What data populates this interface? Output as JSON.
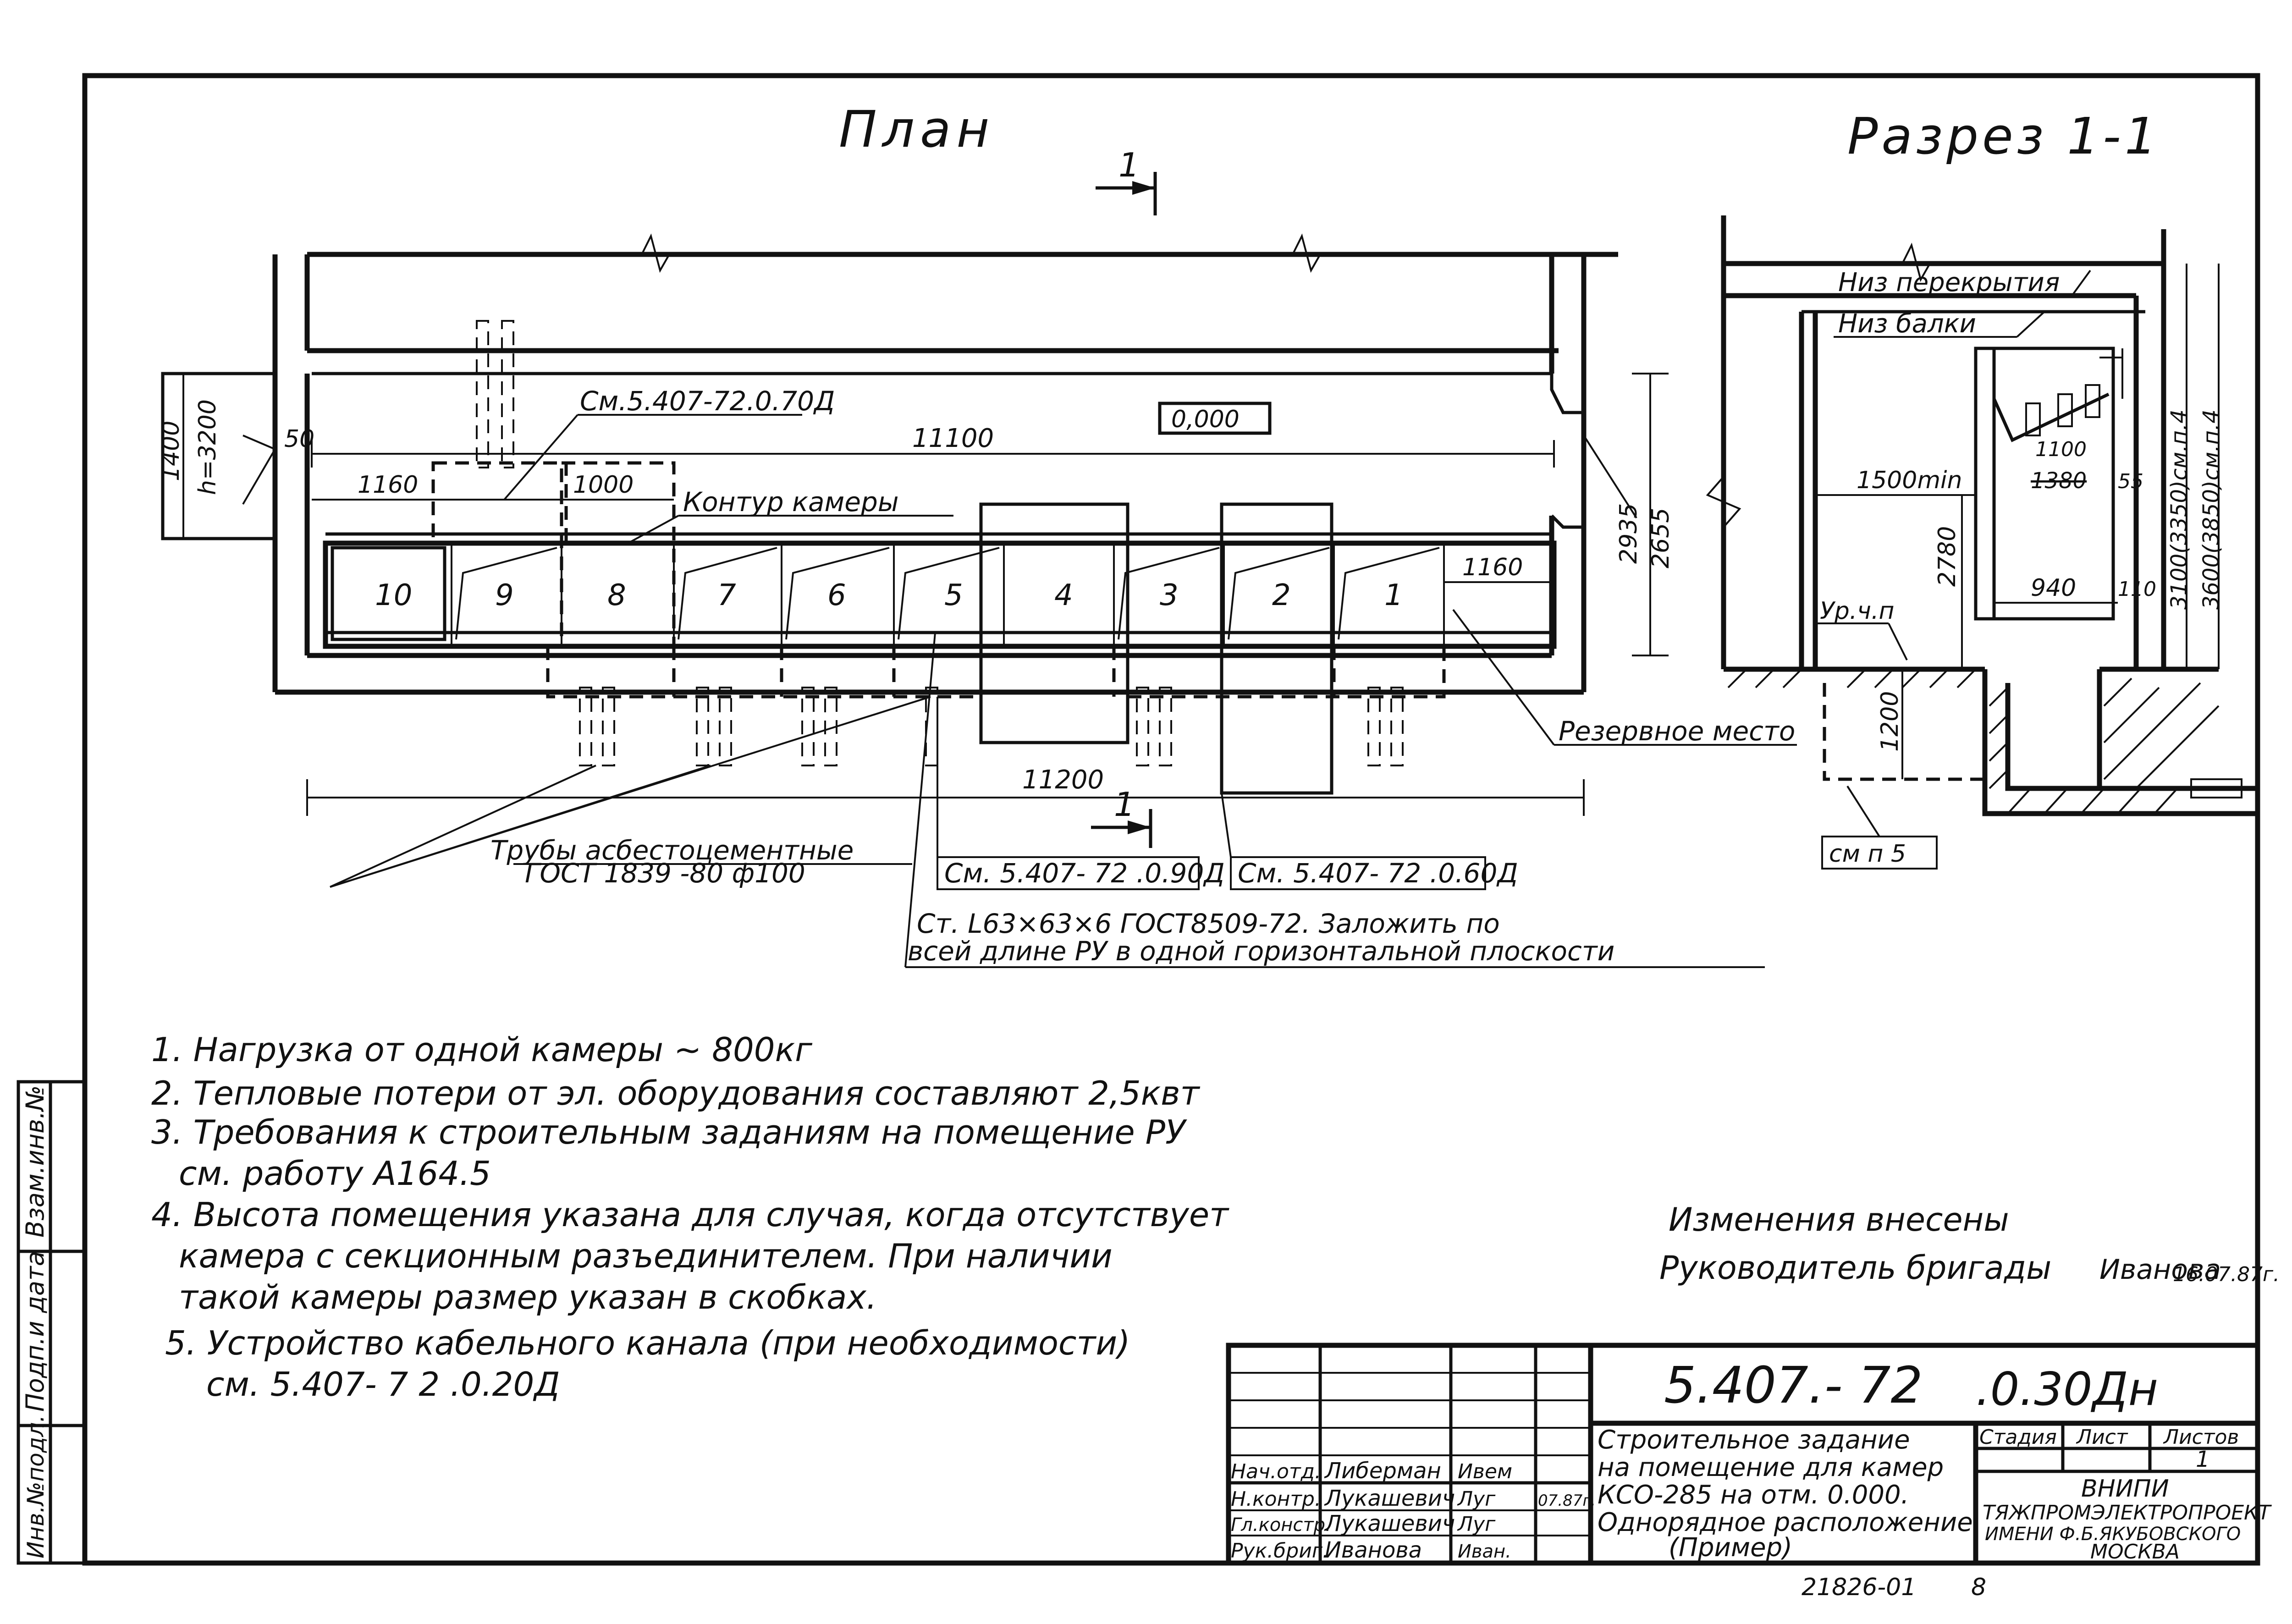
{
  "titles": {
    "plan": "План",
    "section": "Разрез 1-1",
    "cut_mark": "1"
  },
  "plan": {
    "level_mark": "0,000",
    "refs": {
      "ref_070": "См.5.407-72.0.70Д",
      "ref_090": "См. 5.407- 72 .0.90Д",
      "ref_060": "См. 5.407- 72 .0.60Д"
    },
    "labels": {
      "chamber_contour": "Контур камеры",
      "reserve_place": "Резервное место",
      "pipes_line1": "Трубы асбестоцементные",
      "pipes_line2": "ГОСТ 1839 -80 ф100",
      "angle_line1": "Ст. L63×63×6 ГОСТ8509-72. Заложить по",
      "angle_line2": "всей длине РУ в одной горизонтальной плоскости"
    },
    "dims": {
      "d1400": "1400",
      "h3200": "h=3200",
      "d50": "50",
      "d11100": "11100",
      "d1160_left": "1160",
      "d1000": "1000",
      "d1160_right": "1160",
      "d11200": "11200",
      "d2935": "2935",
      "d2655": "2655"
    },
    "chambers": [
      "10",
      "9",
      "8",
      "7",
      "6",
      "5",
      "4",
      "3",
      "2",
      "1"
    ]
  },
  "section": {
    "labels": {
      "ceiling_bottom": "Низ перекрытия",
      "beam_bottom": "Низ балки",
      "floor_level": "Ур.ч.п",
      "see_p5": "см п 5"
    },
    "dims": {
      "d1500": "1500min",
      "d1100": "1100",
      "d1380": "1380",
      "d55": "55",
      "d2780": "2780",
      "d940": "940",
      "d110": "110",
      "d1200": "1200",
      "d3100": "3100(3350)см.п.4",
      "d3600": "3600(3850)см.п.4"
    }
  },
  "notes": [
    "1. Нагрузка от одной камеры ~ 800кг",
    "2. Тепловые потери от эл. оборудования составляют 2,5квт",
    "3. Требования к строительным заданиям на помещение РУ",
    "см. работу А164.5",
    "4. Высота помещения указана для случая, когда отсутствует",
    "камера с секционным разъединителем. При наличии",
    "такой камеры размер указан в скобках.",
    "5. Устройство кабельного канала (при необходимости)",
    "см. 5.407- 7 2 .0.20Д"
  ],
  "changes": {
    "line1": "Изменения внесены",
    "line2": "Руководитель бригады",
    "signature": "Иванова",
    "date": "16.07.87г."
  },
  "side_stamp": {
    "col1": "Взам.инв.№",
    "col2": "Подп.и дата",
    "col3": "Инв.№подл."
  },
  "title_block": {
    "code": "5.407.- 72",
    "sheet_code": ".0.30Дн",
    "title_lines": [
      "Строительное задание",
      "на помещение для камер",
      "КСО-285 на отм. 0.000.",
      "Однорядное расположение",
      "(Пример)"
    ],
    "col_headers": {
      "stage": "Стадия",
      "sheet": "Лист",
      "sheets": "Листов"
    },
    "sheets_value": "1",
    "org_lines": [
      "ВНИПИ",
      "ТЯЖПРОМЭЛЕКТРОПРОЕКТ",
      "ИМЕНИ Ф.Б.ЯКУБОВСКОГО",
      "МОСКВА"
    ],
    "roles": [
      {
        "role": "Нач.отд.",
        "name": "Либерман",
        "sign": "Ивем",
        "date": ""
      },
      {
        "role": "Н.контр.",
        "name": "Лукашевич",
        "sign": "Луг",
        "date": "07.87г."
      },
      {
        "role": "Гл.констр.",
        "name": "Лукашевич",
        "sign": "Луг",
        "date": ""
      },
      {
        "role": "Рук.бриг.",
        "name": "Иванова",
        "sign": "Иван.",
        "date": ""
      }
    ],
    "bottom_number": "21826-01",
    "bottom_page": "8"
  }
}
